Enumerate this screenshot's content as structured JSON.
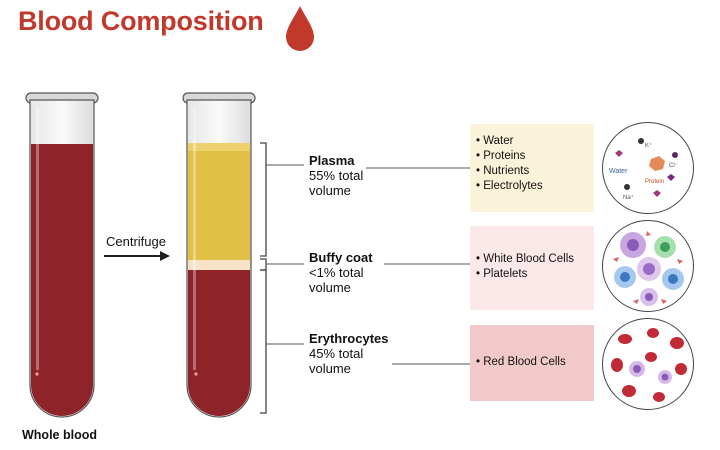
{
  "title": "Blood Composition",
  "whole_blood_label": "Whole blood",
  "centrifuge_label": "Centrifuge",
  "layers": [
    {
      "name": "Plasma",
      "desc_line1": "55% total",
      "desc_line2": "volume",
      "items": [
        "Water",
        "Proteins",
        "Nutrients",
        "Electrolytes"
      ],
      "box_color": "#fbf3d9"
    },
    {
      "name": "Buffy coat",
      "desc_line1": "<1% total",
      "desc_line2": "volume",
      "items": [
        "White Blood Cells",
        "Platelets"
      ],
      "box_color": "#fbe9e9"
    },
    {
      "name": "Erythrocytes",
      "desc_line1": "45% total",
      "desc_line2": "volume",
      "items": [
        "Red Blood Cells"
      ],
      "box_color": "#f1c9c9"
    }
  ],
  "plasma_circle_labels": {
    "k": "K⁺",
    "cl": "Cl⁻",
    "water": "Water",
    "protein": "Protein",
    "na": "Na⁺"
  },
  "colors": {
    "title": "#c0392b",
    "blood": "#8e2329",
    "plasma": "#e2bf45",
    "buffy": "#f6e2c6"
  }
}
